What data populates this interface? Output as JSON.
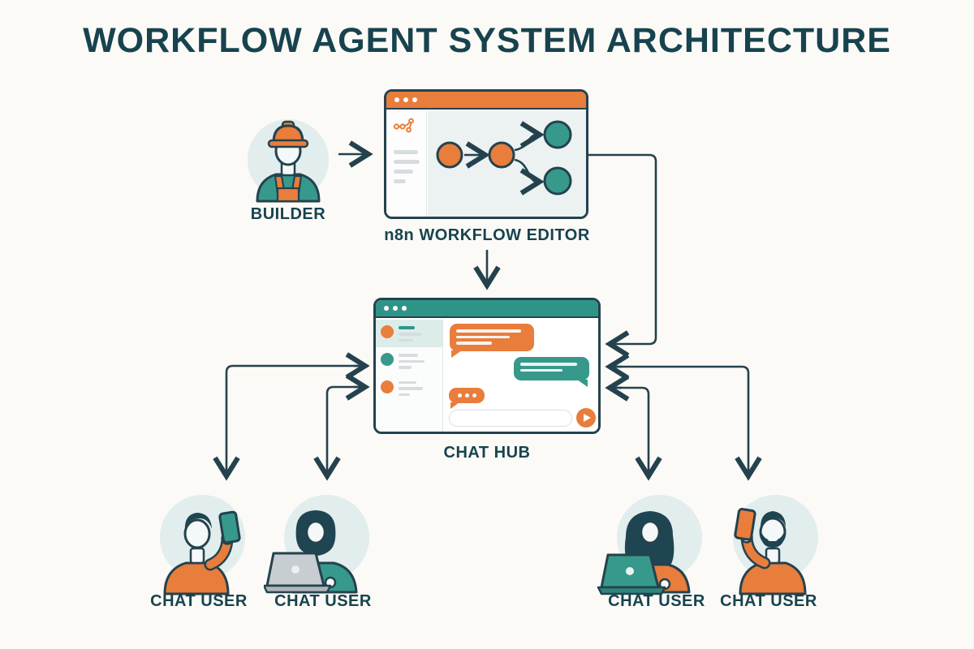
{
  "title": "WORKFLOW AGENT SYSTEM ARCHITECTURE",
  "builder": {
    "label": "BUILDER"
  },
  "editor": {
    "label": "n8n WORKFLOW EDITOR"
  },
  "chat_hub": {
    "label": "CHAT HUB"
  },
  "chat_users": [
    {
      "label": "CHAT USER"
    },
    {
      "label": "CHAT USER"
    },
    {
      "label": "CHAT USER"
    },
    {
      "label": "CHAT USER"
    }
  ],
  "colors": {
    "orange": "#E87D3C",
    "teal": "#37998B",
    "teal_dark": "#2F9488",
    "ink": "#17434F",
    "outline": "#24424E",
    "circle_bg": "#E2EDED",
    "canvas_bg": "#ECF2F1",
    "page_bg": "#FCFAF6",
    "line_gray": "#D7DCDF",
    "highlight": "#DCECE9",
    "laptop_gray": "#C7CDD1"
  }
}
